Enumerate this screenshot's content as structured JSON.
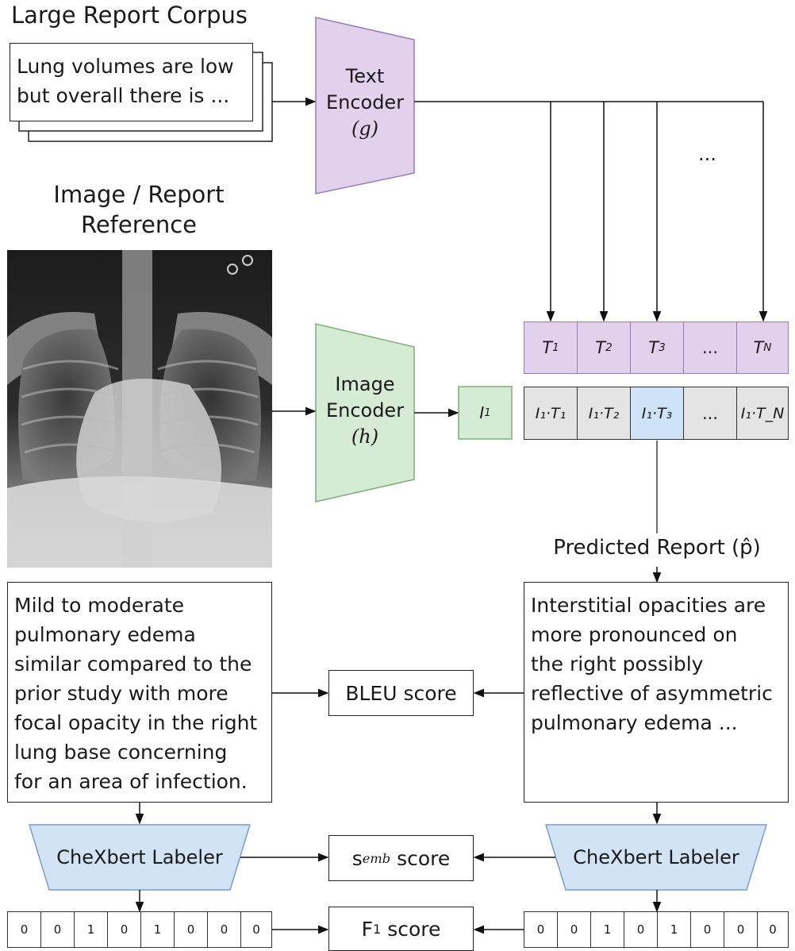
{
  "corpus": {
    "title": "Large Report Corpus",
    "text_lines": [
      "Lung volumes are low",
      "but overall there is ..."
    ]
  },
  "reference": {
    "title_lines": [
      "Image / Report",
      "Reference"
    ],
    "report_lines": [
      "Mild to moderate",
      "pulmonary edema",
      "similar compared to the",
      "prior study with more",
      "focal opacity in the right",
      "lung base concerning",
      "for an area of infection."
    ]
  },
  "text_encoder": {
    "lines": [
      "Text",
      "Encoder",
      "(g)"
    ]
  },
  "image_encoder": {
    "lines": [
      "Image",
      "Encoder",
      "(h)"
    ]
  },
  "image_embedding": {
    "base": "I",
    "sub": "1"
  },
  "text_embeddings": {
    "ellipsis_label": "...",
    "cells": [
      {
        "base": "T",
        "sub": "1"
      },
      {
        "base": "T",
        "sub": "2"
      },
      {
        "base": "T",
        "sub": "3"
      },
      {
        "base": "...",
        "sub": ""
      },
      {
        "base": "T",
        "sub": "N"
      }
    ]
  },
  "similarities": {
    "cells": [
      {
        "label": "I₁·T₁",
        "highlight": false
      },
      {
        "label": "I₁·T₂",
        "highlight": false
      },
      {
        "label": "I₁·T₃",
        "highlight": true
      },
      {
        "label": "...",
        "highlight": false
      },
      {
        "label": "I₁·T_N",
        "highlight": false
      }
    ]
  },
  "predicted": {
    "title": "Predicted Report (p̂)",
    "report_lines": [
      "Interstitial opacities are",
      "more pronounced on",
      "the right possibly",
      "reflective of asymmetric",
      "pulmonary edema ..."
    ]
  },
  "labelers": {
    "left": "CheXbert Labeler",
    "right": "CheXbert Labeler"
  },
  "scores": {
    "bleu": "BLEU score",
    "semb_base": "s",
    "semb_sub": "emb",
    "semb_rest": " score",
    "f1_base": "F",
    "f1_sub": "1",
    "f1_rest": " score"
  },
  "label_vectors": {
    "left": [
      "0",
      "0",
      "1",
      "0",
      "1",
      "0",
      "0",
      "0"
    ],
    "right": [
      "0",
      "0",
      "1",
      "0",
      "1",
      "0",
      "0",
      "0"
    ]
  },
  "colors": {
    "text_encoder": "#e2d1ec",
    "image_encoder": "#d6ebd4",
    "labeler": "#d3e3f6",
    "highlight": "#cfe3f8",
    "cell_gray": "#e4e4e4"
  }
}
